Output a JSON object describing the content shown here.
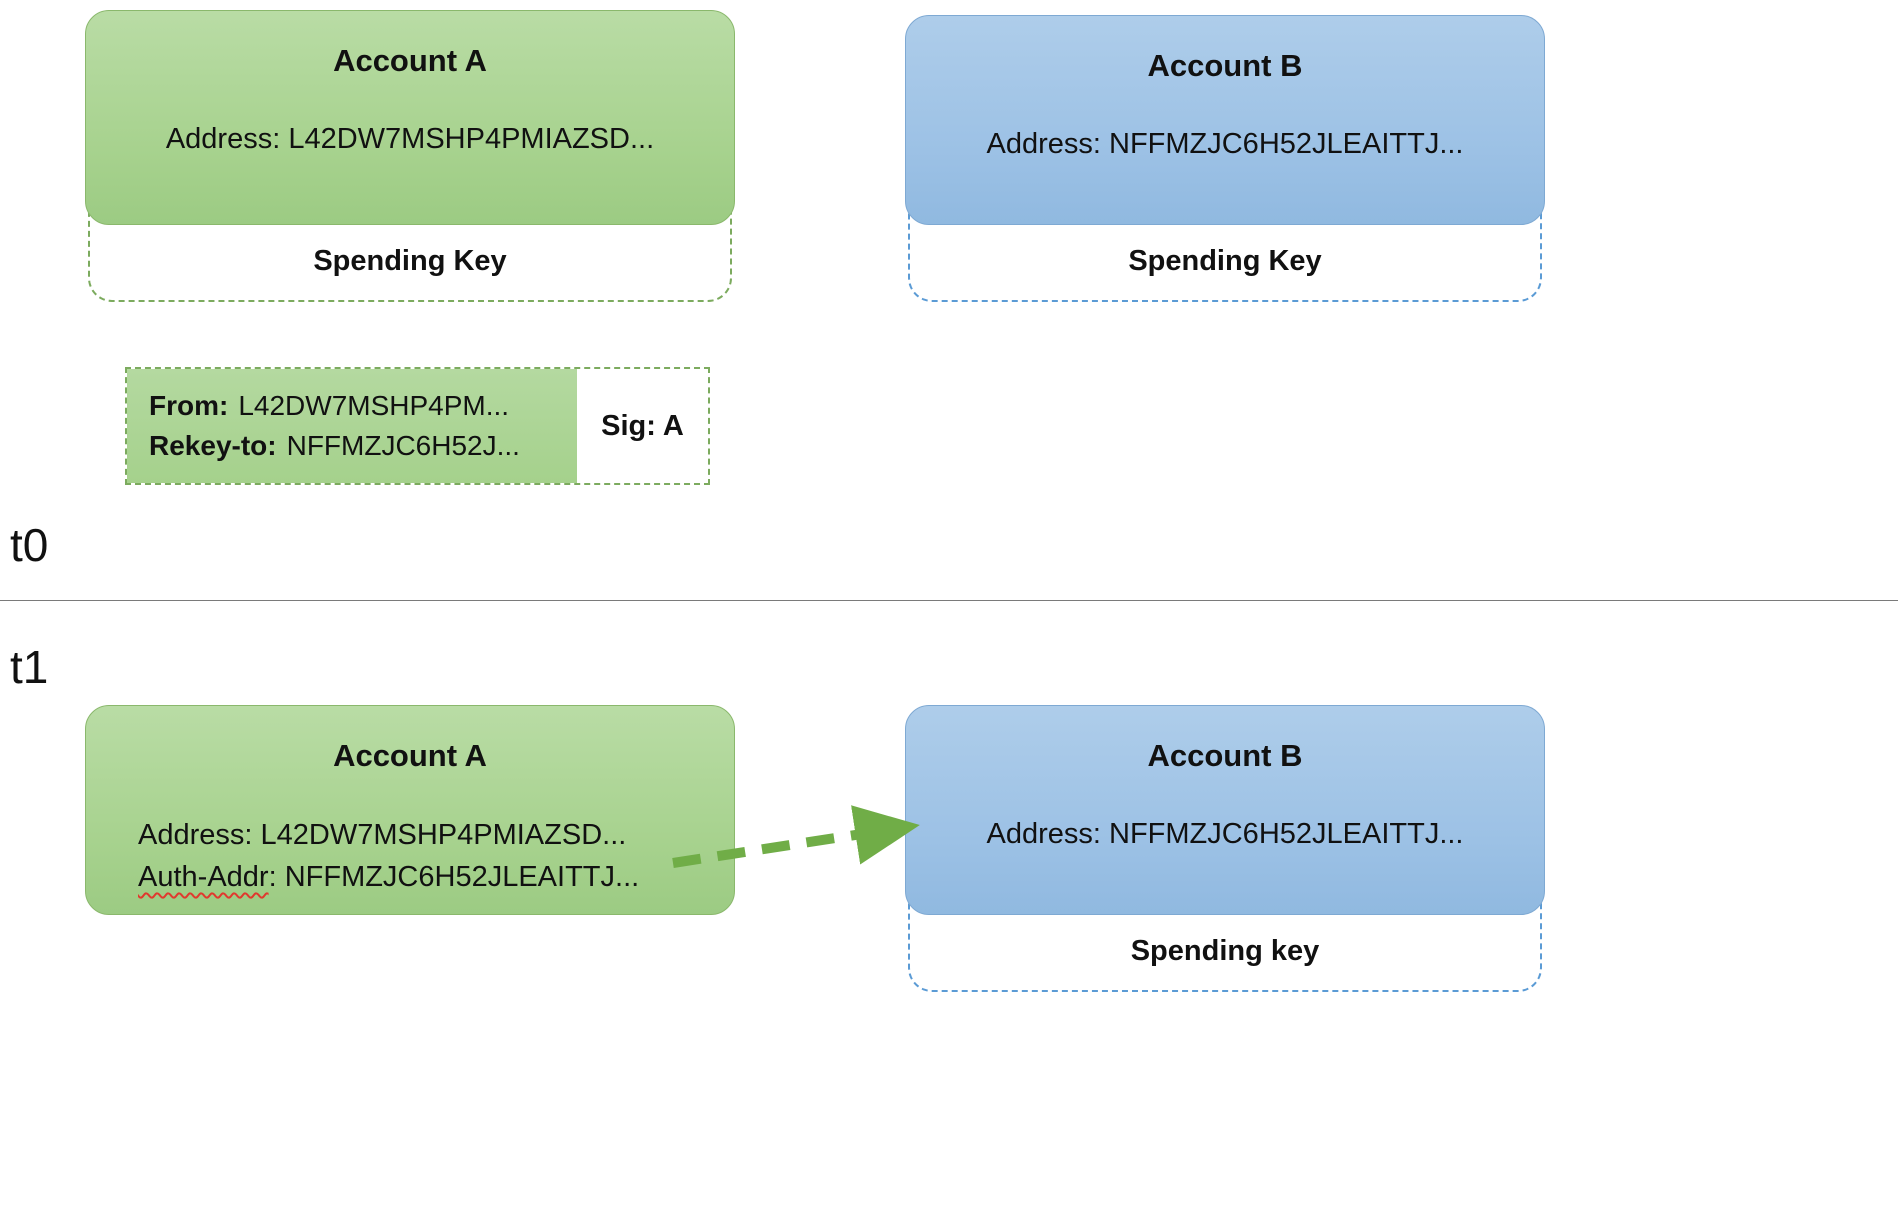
{
  "t0": {
    "time_label": "t0",
    "account_a": {
      "title": "Account A",
      "address": "Address: L42DW7MSHP4PMIAZSD...",
      "spending_key": "Spending Key"
    },
    "account_b": {
      "title": "Account B",
      "address": "Address: NFFMZJC6H52JLEAITTJ...",
      "spending_key": "Spending Key"
    },
    "transaction": {
      "from_label": "From:",
      "from_value": "L42DW7MSHP4PM...",
      "rekey_label": "Rekey-to:",
      "rekey_value": "NFFMZJC6H52J...",
      "sig_label": "Sig: A"
    }
  },
  "t1": {
    "time_label": "t1",
    "account_a": {
      "title": "Account A",
      "address": "Address: L42DW7MSHP4PMIAZSD...",
      "auth_addr_label": "Auth-Addr",
      "auth_addr_value": ": NFFMZJC6H52JLEAITTJ..."
    },
    "account_b": {
      "title": "Account B",
      "address": "Address: NFFMZJC6H52JLEAITTJ...",
      "spending_key": "Spending key"
    }
  },
  "colors": {
    "account_a_fill": "#a7d28e",
    "account_b_fill": "#9cc1e5",
    "green_dash": "#7cab5e",
    "blue_dash": "#5b9bd5",
    "arrow": "#70ad47",
    "squiggle": "#e0392e"
  }
}
